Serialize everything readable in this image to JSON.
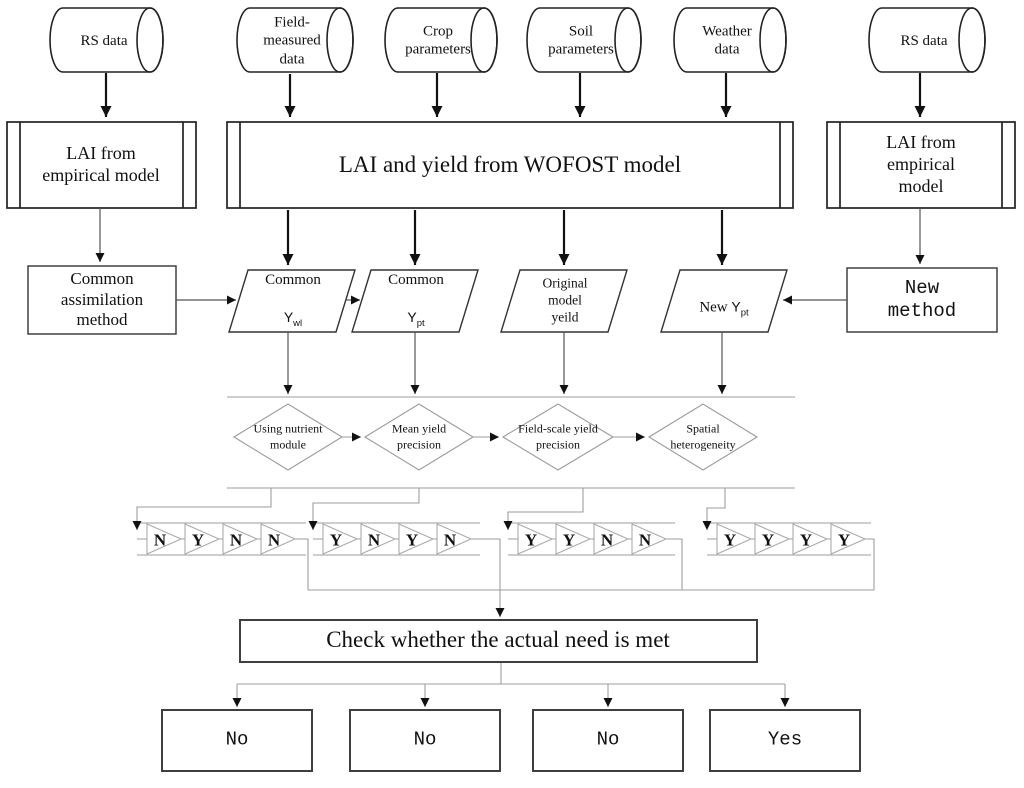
{
  "diagram": {
    "cylinders": [
      {
        "label": "RS data"
      },
      {
        "label": "Field-\nmeasured\ndata"
      },
      {
        "label": "Crop\nparameters"
      },
      {
        "label": "Soil\nparameters"
      },
      {
        "label": "Weather\ndata"
      },
      {
        "label": "RS data"
      }
    ],
    "process_boxes": [
      {
        "label": "LAI from\nempirical model"
      },
      {
        "label": "LAI and yield from WOFOST model"
      },
      {
        "label": "LAI from\nempirical model"
      }
    ],
    "assimilation_box": {
      "label": "Common\nassimilation\nmethod"
    },
    "new_method_box": {
      "label": "New method"
    },
    "parallelograms": [
      {
        "line1": "Common",
        "symbol": "Y",
        "subscript": "wl"
      },
      {
        "line1": "Common",
        "symbol": "Y",
        "subscript": "pt"
      },
      {
        "label": "Original\nmodel\nyeild"
      },
      {
        "prefix": "New ",
        "symbol": "Y",
        "subscript": "pt"
      }
    ],
    "diamonds": [
      {
        "label": "Using nutrient\nmodule"
      },
      {
        "label": "Mean yield\nprecision"
      },
      {
        "label": "Field-scale yield\nprecision"
      },
      {
        "label": "Spatial\nheterogeneity"
      }
    ],
    "triangle_groups": [
      {
        "letters": [
          "N",
          "Y",
          "N",
          "N"
        ]
      },
      {
        "letters": [
          "Y",
          "N",
          "Y",
          "N"
        ]
      },
      {
        "letters": [
          "Y",
          "Y",
          "N",
          "N"
        ]
      },
      {
        "letters": [
          "Y",
          "Y",
          "Y",
          "Y"
        ]
      }
    ],
    "check_box": {
      "label": "Check whether the actual need is met"
    },
    "result_boxes": [
      {
        "label": "No"
      },
      {
        "label": "No"
      },
      {
        "label": "No"
      },
      {
        "label": "Yes"
      }
    ],
    "colors": {
      "stroke_dark": "#1c1c1c",
      "stroke_gray": "#9e9e9e",
      "background": "#ffffff"
    }
  }
}
